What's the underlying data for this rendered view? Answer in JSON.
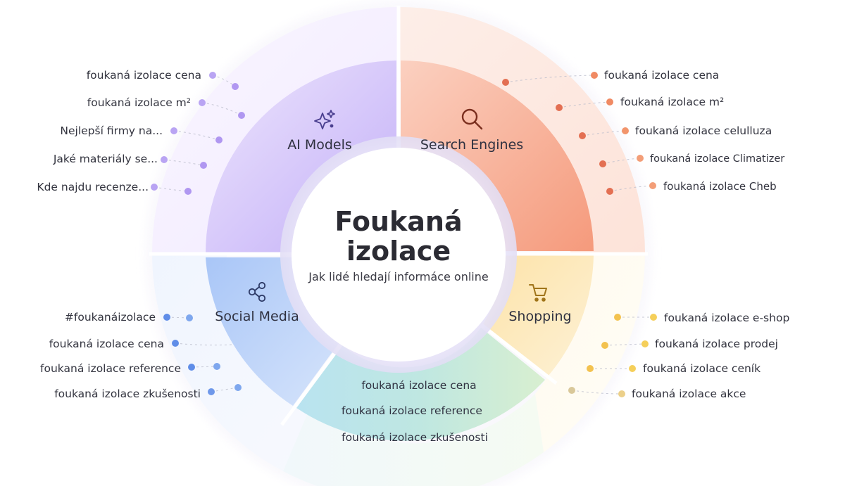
{
  "center": {
    "title_line1": "Foukaná",
    "title_line2": "izolace",
    "subtitle": "Jak lidé hledají informáce online"
  },
  "segments": {
    "ai_models": {
      "label": "AI Models",
      "icon": "sparkles-icon",
      "color": "#a98df0",
      "keywords": [
        "foukaná izolace cena",
        "foukaná izolace m²",
        "Nejlepší firmy na...",
        "Jaké materiály se...",
        "Kde najdu recenze..."
      ]
    },
    "search_engines": {
      "label": "Search Engines",
      "icon": "magnifier-icon",
      "color": "#f28a6a",
      "keywords": [
        "foukaná izolace cena",
        "foukaná izolace m²",
        "foukaná izolace celulluza",
        "foukaná izolace Climatizer",
        "foukaná izolace Cheb"
      ]
    },
    "social_media": {
      "label": "Social Media",
      "icon": "share-icon",
      "color": "#6f9cf0",
      "keywords": [
        "#foukanáizolace",
        "foukaná izolace cena",
        "foukaná izolace reference",
        "foukaná izolace zkušenosti"
      ]
    },
    "shopping": {
      "label": "Shopping",
      "icon": "cart-icon",
      "color": "#f5c454",
      "keywords": [
        "foukaná izolace e-shop",
        "foukaná izolace prodej",
        "foukaná izolace ceník",
        "foukaná izolace akce"
      ]
    },
    "bottom": {
      "color": "#8fd4cf",
      "keywords": [
        "foukaná izolace cena",
        "foukaná izolace reference",
        "foukaná izolace zkušenosti"
      ]
    }
  }
}
